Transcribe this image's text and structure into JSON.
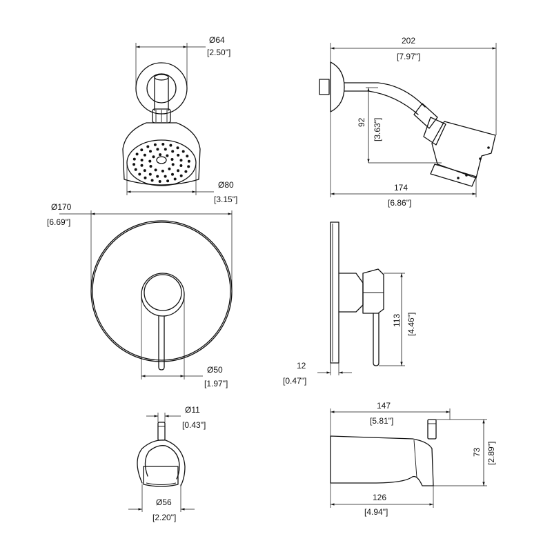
{
  "dimensions": {
    "showerhead_front_flange": {
      "mm": "Ø64",
      "inch": "[2.50\"]"
    },
    "showerhead_front_face": {
      "mm": "Ø80",
      "inch": "[3.15\"]"
    },
    "showerhead_side_reach": {
      "mm": "202",
      "inch": "[7.97\"]"
    },
    "showerhead_side_drop": {
      "mm": "92",
      "inch": "[3.63\"]"
    },
    "showerhead_side_width": {
      "mm": "174",
      "inch": "[6.86\"]"
    },
    "trim_plate": {
      "mm": "Ø170",
      "inch": "[6.69\"]"
    },
    "trim_handle_hub": {
      "mm": "Ø50",
      "inch": "[1.97\"]"
    },
    "trim_side_height": {
      "mm": "113",
      "inch": "[4.46\"]"
    },
    "trim_plate_thickness": {
      "mm": "12",
      "inch": "[0.47\"]"
    },
    "spout_diverter": {
      "mm": "Ø11",
      "inch": "[0.43\"]"
    },
    "spout_front_width": {
      "mm": "Ø56",
      "inch": "[2.20\"]"
    },
    "spout_side_length": {
      "mm": "147",
      "inch": "[5.81\"]"
    },
    "spout_side_height": {
      "mm": "73",
      "inch": "[2.89\"]"
    },
    "spout_side_reach": {
      "mm": "126",
      "inch": "[4.94\"]"
    }
  }
}
